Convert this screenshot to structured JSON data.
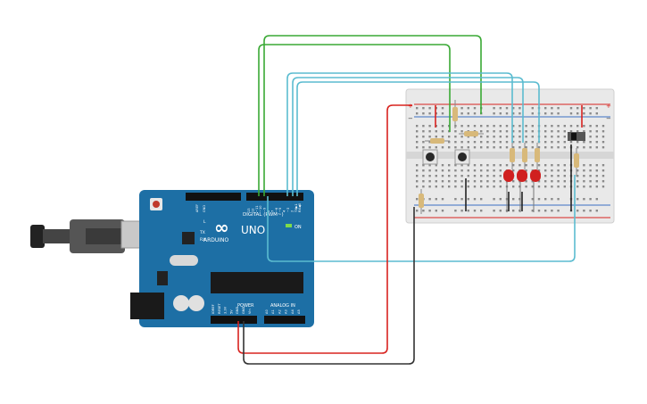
{
  "arduino": {
    "brand": "ARDUINO",
    "model": "UNO",
    "digital_label": "DIGITAL (PWM~)",
    "power_label": "POWER",
    "analog_label": "ANALOG IN",
    "on_label": "ON",
    "tx_label": "TX",
    "rx_label": "RX",
    "l_label": "L",
    "aref_label": "AREF",
    "gnd_label": "GND",
    "digital_pins": [
      "13",
      "12",
      "~11",
      "~10",
      "~9",
      "8",
      "7",
      "~6",
      "~5",
      "4",
      "~3",
      "2",
      "TX▶1",
      "RX◀0"
    ],
    "power_pins": [
      "IOREF",
      "RESET",
      "3.3V",
      "5V",
      "GND",
      "GND",
      "Vin"
    ],
    "analog_pins": [
      "A0",
      "A1",
      "A2",
      "A3",
      "A4",
      "A5"
    ]
  },
  "breadboard": {
    "plus_sign": "+",
    "minus_sign": "−"
  },
  "colors": {
    "board_blue": "#1d6fa5",
    "wire_green": "#3aa935",
    "wire_cyan": "#5bbcd0",
    "wire_red": "#d8231f",
    "wire_black": "#333333",
    "led_red": "#d0201f",
    "breadboard": "#e9e9e9"
  }
}
